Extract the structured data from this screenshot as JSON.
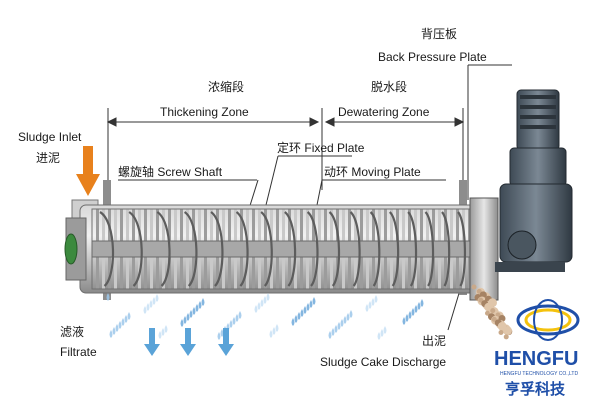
{
  "labels": {
    "back_pressure_cn": "背压板",
    "back_pressure_en": "Back Pressure Plate",
    "thickening_cn": "浓缩段",
    "thickening_en": "Thickening Zone",
    "dewatering_cn": "脱水段",
    "dewatering_en": "Dewatering Zone",
    "sludge_inlet_en": "Sludge Inlet",
    "sludge_inlet_cn": "进泥",
    "fixed_plate_cn": "定环",
    "fixed_plate_en": "Fixed Plate",
    "screw_shaft_cn": "螺旋轴",
    "screw_shaft_en": "Screw Shaft",
    "moving_plate_cn": "动环",
    "moving_plate_en": "Moving Plate",
    "filtrate_cn": "滤液",
    "filtrate_en": "Filtrate",
    "cake_discharge_cn": "出泥",
    "cake_discharge_en": "Sludge Cake Discharge"
  },
  "logo": {
    "brand": "HENGFU",
    "tagline": "HENGFU TECHNOLOGY CO.,LTD",
    "cn_name": "亨孚科技"
  },
  "colors": {
    "inlet_arrow": "#e8811c",
    "filtrate_arrow": "#5aa3d8",
    "logo_blue": "#1f4fa8",
    "logo_yellow": "#f4c20d"
  }
}
